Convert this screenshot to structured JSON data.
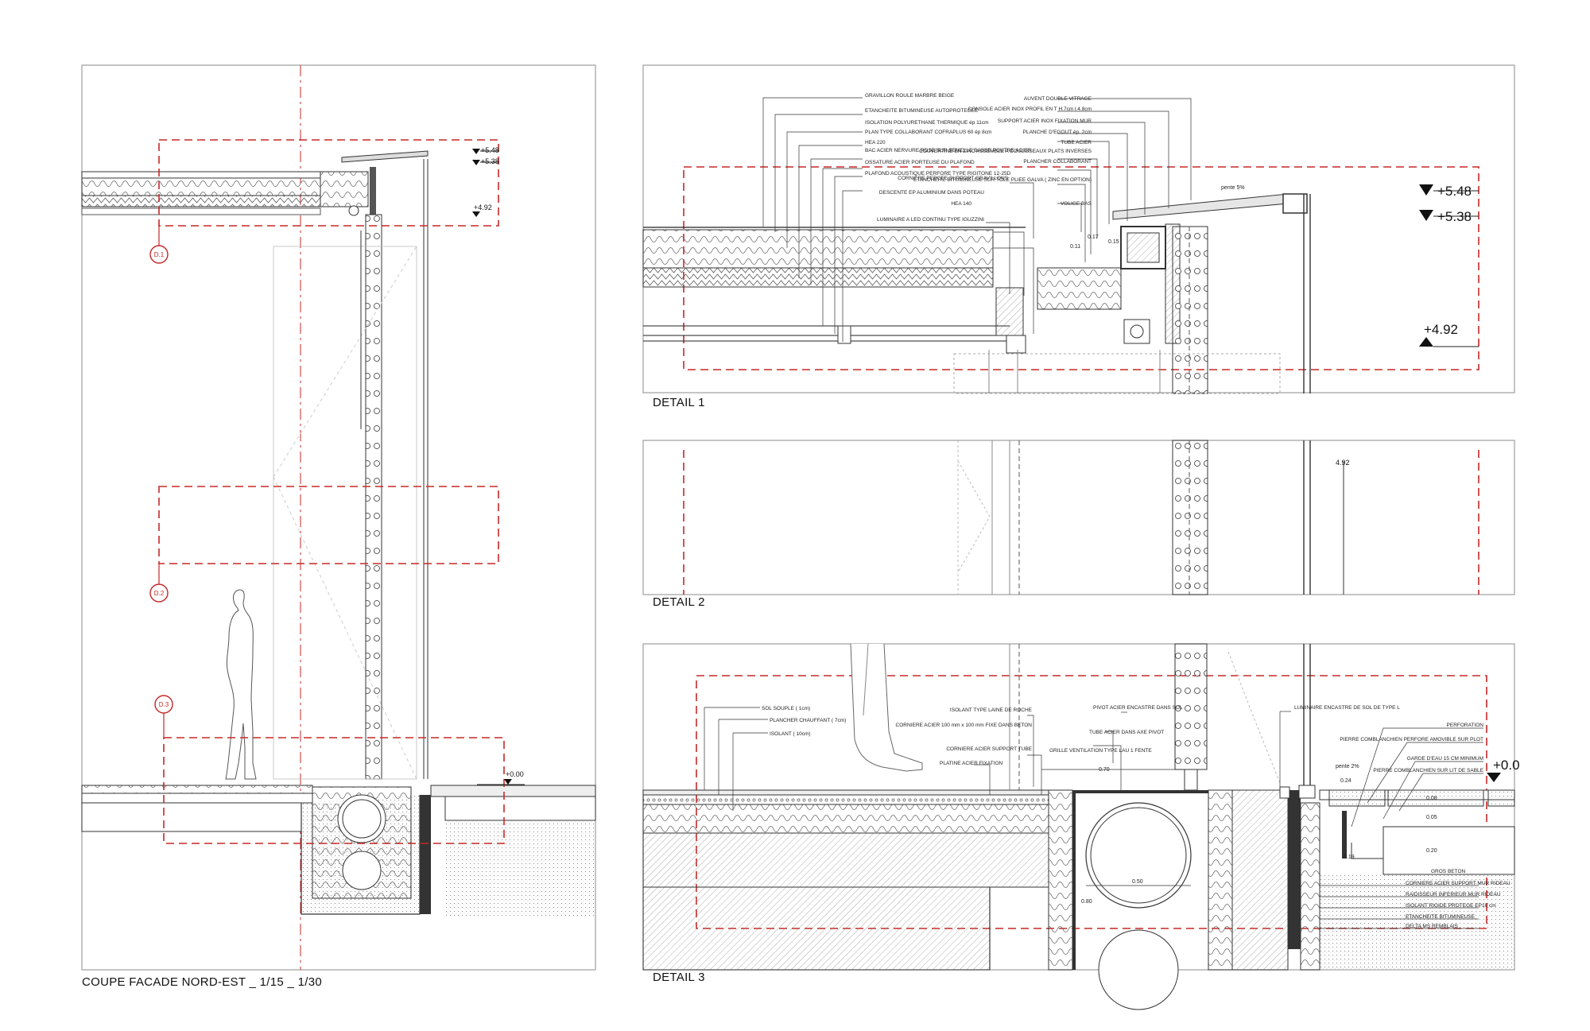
{
  "captions": {
    "main": "COUPE FACADE NORD-EST _ 1/15 _ 1/30",
    "detail1": "DETAIL 1",
    "detail2": "DETAIL 2",
    "detail3": "DETAIL 3"
  },
  "levels": {
    "l548": "+5.48",
    "l538": "+5.38",
    "l492": "+4.92",
    "l000": "+0.00",
    "d2_492": "4.92",
    "d3_0": "+0.0"
  },
  "detail_markers": {
    "d1": "D.1",
    "d2": "D.2",
    "d3": "D.3"
  },
  "detail1_annotations": {
    "left": [
      "GRAVILLON ROULE MARBRE BEIGE",
      "ETANCHEITE BITUMINEUSE AUTOPROTEGEE",
      "ISOLATION POLYURETHANE THERMIQUE ép 11cm",
      "PLAN TYPE COLLABORANT COFRAPLUS 60 ép 8cm",
      "HEA 220",
      "BAC ACIER NERVURE POSE SUR SEMELLE BASSE POUTRE ACIER",
      "OSSATURE ACIER PORTEUSE DU PLAFOND",
      "PLAFOND ACOUSTIQUE PERFORE TYPE RIGITONE 12-25D"
    ],
    "middle": [
      "CORNIERE PERCEE SUPPORT GRAVILLONS",
      "DESCENTE EP ALUMINIUM DANS POTEAU",
      "HEA 140",
      "LUMINAIRE A LED CONTINU TYPE IGUZZINI"
    ],
    "right": [
      "AUVENT DOUBLE VITRAGE",
      "CONSOLE ACIER INOX PROFIL EN T H.7cm l.4.8cm",
      "SUPPORT ACIER INOX FIXATION MUR",
      "PLANCHE D'EGOUT ép. 2cm",
      "TUBE ACIER",
      "COUVERTINE EN ZINC ASSEMBLE A COULISSEAUX PLATS INVERSES",
      "PLANCHER COLLABORANT",
      "ETANCHEITE BITUMINEUSE SUR TOLE PLIEE GALVA ( ZINC EN OPTION)",
      "VOLIGE BAS"
    ],
    "pente": "pente 5%",
    "dims": [
      "0.17",
      "0.15",
      "0.11"
    ]
  },
  "detail3_annotations": {
    "left": [
      "SOL SOUPLE ( 1cm)",
      "PLANCHER CHAUFFANT ( 7cm)",
      "ISOLANT ( 10cm)"
    ],
    "platine": "PLATINE ACIER FIXATION",
    "middle": [
      "ISOLANT TYPE LAINE DE ROCHE",
      "CORNIERE ACIER 100 mm x 100 mm FIXE DANS BETON",
      "CORNIERE ACIER SUPPORT TUBE"
    ],
    "grille": "GRILLE VENTILATION TYPE LAU 1 FENTE",
    "tube": "TUBE ACIER DANS AXE PIVOT",
    "pivot": "PIVOT ACIER ENCASTRE DANS SOL",
    "luminaire": "LUMINAIRE ENCASTRE DE SOL DE TYPE L",
    "right": [
      "PERFORATION",
      "PIERRE COMBLANCHIEN PERFORE AMOVIBLE SUR PLOT",
      "GARDE D'EAU 15 CM MINIMUM",
      "PIERRE COMBLANCHIEN SUR LIT DE SABLE"
    ],
    "lower_right": [
      "CORNIERE ACIER SUPPORT MUR RIDEAU",
      "RAIDISSEUR INFERIEUR MUR RIDEAU",
      "ISOLANT RIGIDE PROTEGE EP10 cm",
      "ETANCHEITE BITUMINEUSE",
      "DELTA MS REMBLAIS"
    ],
    "gros_beton": "GROS BETON",
    "pente": "pente 2%",
    "dims": [
      "0.70",
      "0.50",
      "0.80",
      "0.24",
      "0.08",
      "0.05",
      "0.20",
      "0.19"
    ]
  },
  "colors": {
    "red": "#c62828",
    "line": "#222222",
    "frame": "#9e9e9e"
  }
}
